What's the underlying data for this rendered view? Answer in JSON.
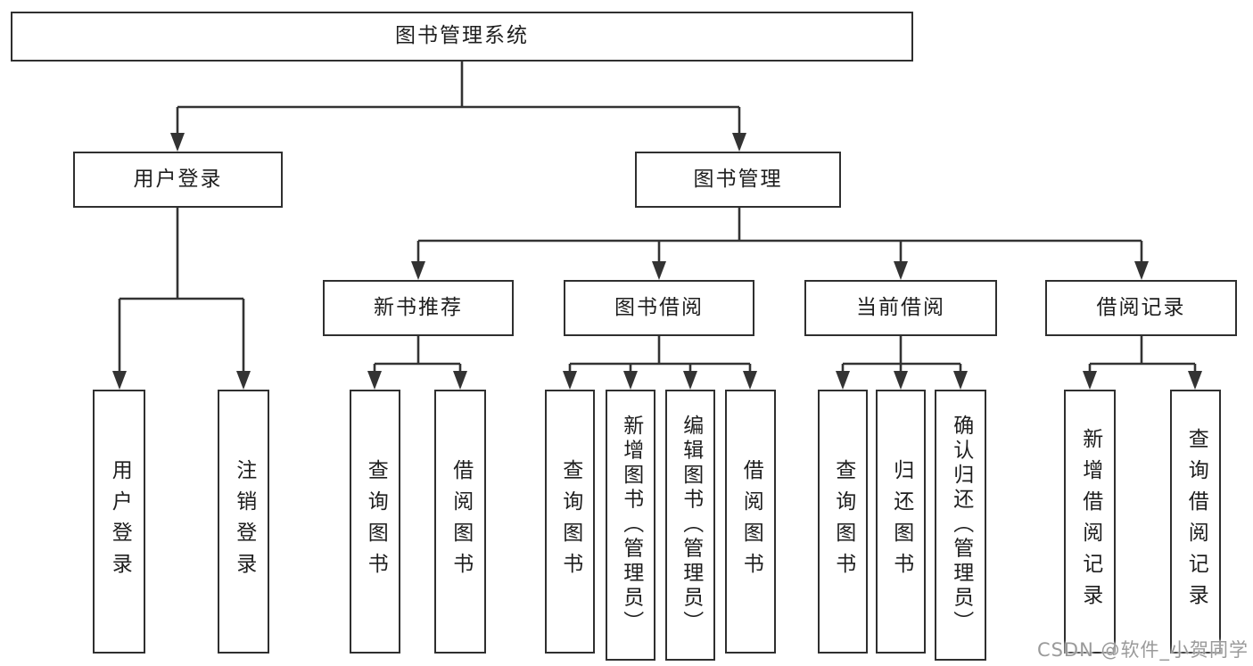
{
  "diagram": {
    "type": "hierarchy-tree",
    "nodes": {
      "root": {
        "label": "图书管理系统"
      },
      "level2": [
        {
          "label": "用户登录"
        },
        {
          "label": "图书管理"
        }
      ],
      "level3": [
        {
          "label": "新书推荐",
          "parent": "图书管理"
        },
        {
          "label": "图书借阅",
          "parent": "图书管理"
        },
        {
          "label": "当前借阅",
          "parent": "图书管理"
        },
        {
          "label": "借阅记录",
          "parent": "图书管理"
        }
      ],
      "leaves": [
        {
          "label": "用户登录",
          "parent": "用户登录"
        },
        {
          "label": "注销登录",
          "parent": "用户登录"
        },
        {
          "label": "查询图书",
          "parent": "新书推荐"
        },
        {
          "label": "借阅图书",
          "parent": "新书推荐"
        },
        {
          "label": "查询图书",
          "parent": "图书借阅"
        },
        {
          "label": "新增图书（管理员）",
          "parent": "图书借阅"
        },
        {
          "label": "编辑图书（管理员）",
          "parent": "图书借阅"
        },
        {
          "label": "借阅图书",
          "parent": "图书借阅"
        },
        {
          "label": "查询图书",
          "parent": "当前借阅"
        },
        {
          "label": "归还图书",
          "parent": "当前借阅"
        },
        {
          "label": "确认归还（管理员）",
          "parent": "当前借阅"
        },
        {
          "label": "新增借阅记录",
          "parent": "借阅记录"
        },
        {
          "label": "查询借阅记录",
          "parent": "借阅记录"
        }
      ]
    }
  },
  "watermark": {
    "text": "CSDN @软件_小贺同学"
  },
  "colors": {
    "line": "#333333",
    "box_border": "#2f2f2f",
    "box_bg": "#ffffff",
    "text": "#1e1e1e",
    "watermark": "#9a9a9a",
    "background": "#ffffff"
  }
}
